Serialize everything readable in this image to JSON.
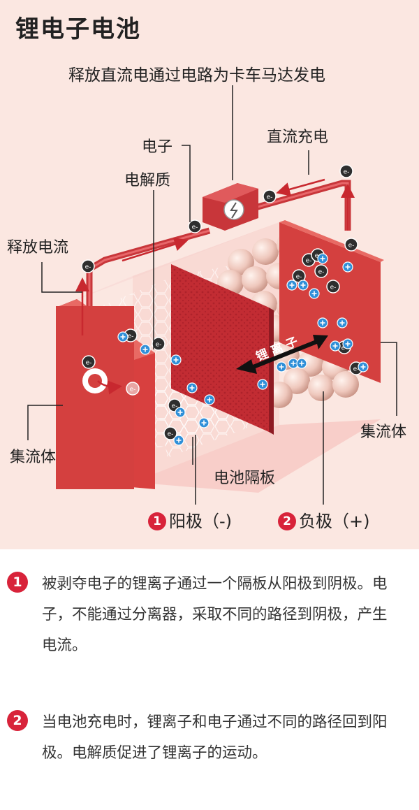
{
  "title": "锂电子电池",
  "labels": {
    "top_caption": "释放直流电通过电路为卡车马达发电",
    "electron": "电子",
    "electrolyte": "电解质",
    "dc_charge": "直流充电",
    "release_current": "释放电流",
    "collector_left": "集流体",
    "collector_right": "集流体",
    "separator": "电池隔板",
    "lithium_ion": "锂 离 子",
    "anode_num": "1",
    "anode": "阳极（-)",
    "cathode_num": "2",
    "cathode": "负极（+)",
    "electron_symbol": "e-"
  },
  "notes": [
    {
      "num": "1",
      "text": "被剥夺电子的锂离子通过一个隔板从阳极到阴极。电子，不能通过分离器，采取不同的路径到阴极，产生电流。"
    },
    {
      "num": "2",
      "text": "当电池充电时，锂离子和电子通过不同的路径回到阳极。电解质促进了锂离子的运动。"
    }
  ],
  "colors": {
    "background": "#fbe7e1",
    "accent": "#d8233a",
    "plate": "#c9363b",
    "ion": "#2f8fd8",
    "electron": "#333333"
  }
}
